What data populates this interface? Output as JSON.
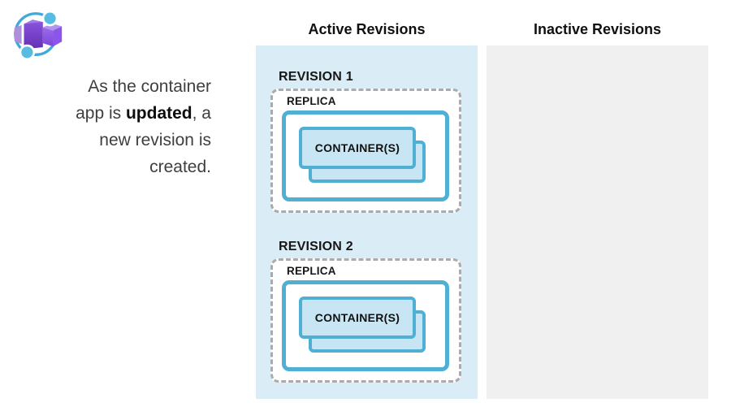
{
  "colors": {
    "accent-blue": "#4FB0D4",
    "container-fill": "#C7E5F2",
    "active-panel-bg": "#DAEDF6",
    "inactive-panel-bg": "#F0F0F0",
    "dash-gray": "#ABABAB",
    "text-dark": "#161616",
    "text-body": "#3E3E3E"
  },
  "icon": {
    "name": "azure-container-apps-logo"
  },
  "intro": {
    "line1": "As the container",
    "line2_pre": "app is ",
    "line2_bold": "updated",
    "line2_post": ", a",
    "line3": "new revision is",
    "line4": "created."
  },
  "columns": {
    "active": {
      "title": "Active Revisions",
      "revisions": [
        {
          "label": "REVISION 1",
          "replica_label": "REPLICA",
          "container_label": "CONTAINER(S)"
        },
        {
          "label": "REVISION 2",
          "replica_label": "REPLICA",
          "container_label": "CONTAINER(S)"
        }
      ]
    },
    "inactive": {
      "title": "Inactive Revisions",
      "revisions": []
    }
  }
}
